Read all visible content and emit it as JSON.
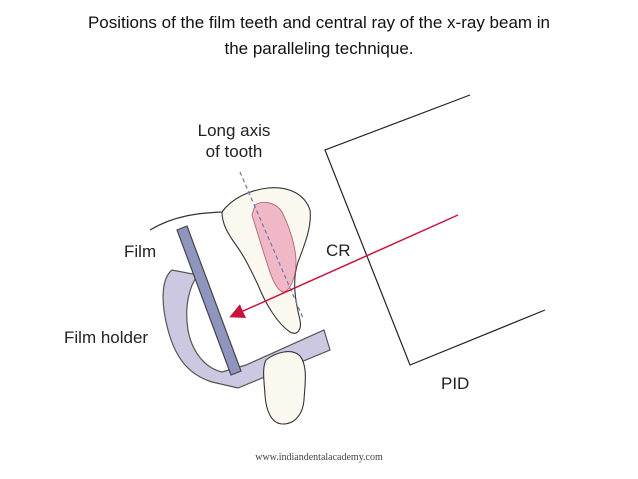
{
  "title": {
    "line1": "Positions of the film teeth and central ray of the x-ray beam in",
    "line2": "the paralleling technique."
  },
  "labels": {
    "long_axis_line1": "Long axis",
    "long_axis_line2": "of tooth",
    "film": "Film",
    "film_holder": "Film holder",
    "cr": "CR",
    "pid": "PID"
  },
  "footer": "www.indiandentalacademy.com",
  "colors": {
    "film": "#8e95bf",
    "film_holder": "#ccc8e2",
    "pulp": "#f0b8c6",
    "central_ray": "#c8143c",
    "tooth_fill": "#fbf8f0"
  }
}
